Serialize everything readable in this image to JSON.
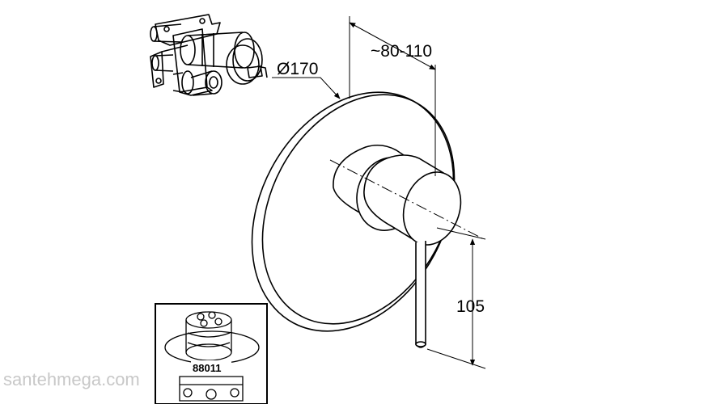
{
  "dimensions": {
    "diameter": "Ø170",
    "depth": "~80-110",
    "height": "105"
  },
  "inset": {
    "part_number": "88011"
  },
  "watermark": "santehmega.com"
}
